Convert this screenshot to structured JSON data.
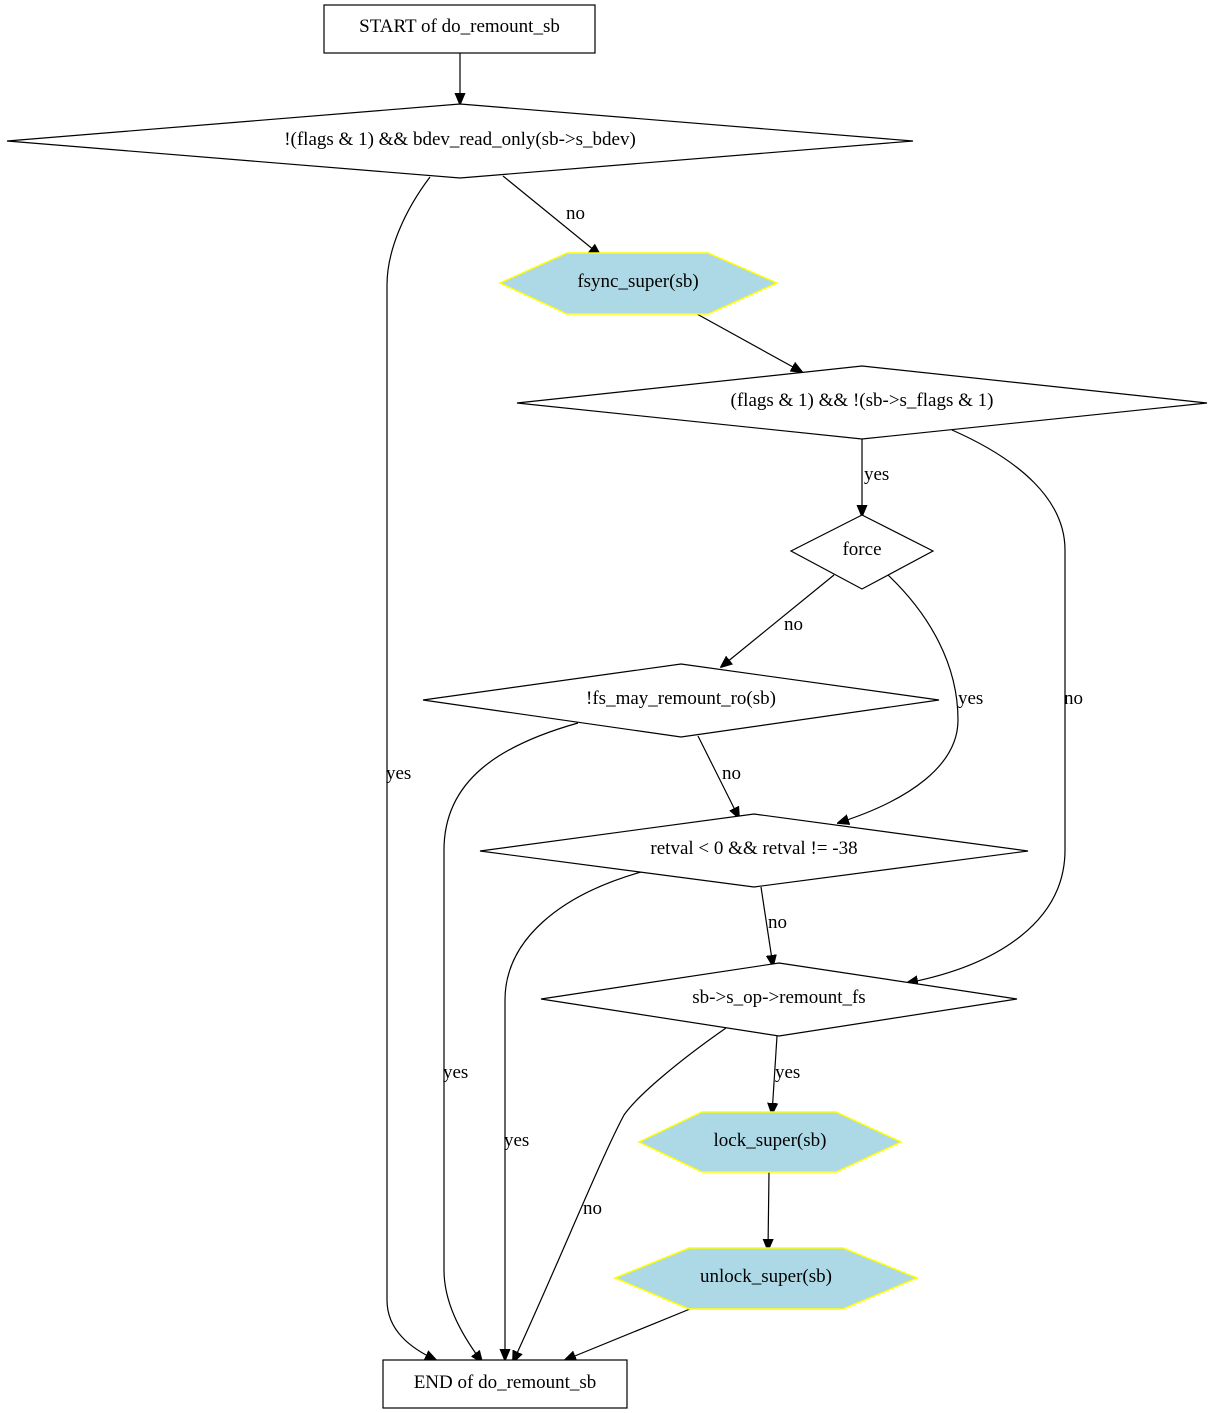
{
  "colors": {
    "call_fill": "#add8e6",
    "call_border": "#ffff00",
    "stroke": "#000000",
    "background": "#ffffff"
  },
  "nodes": {
    "start": "START of do_remount_sb",
    "cond_bdev": "!(flags & 1) && bdev_read_only(sb->s_bdev)",
    "fsync": "fsync_super(sb)",
    "cond_flags": "(flags & 1) && !(sb->s_flags & 1)",
    "force": "force",
    "may_remount": "!fs_may_remount_ro(sb)",
    "retval": "retval < 0 && retval != -38",
    "remount_fs": "sb->s_op->remount_fs",
    "lock": "lock_super(sb)",
    "unlock": "unlock_super(sb)",
    "end": "END of do_remount_sb"
  },
  "edges": {
    "start_to_bdev": "",
    "bdev_to_end": "yes",
    "bdev_to_fsync": "no",
    "fsync_to_flags": "",
    "flags_to_force": "yes",
    "flags_to_remount": "no",
    "force_to_may": "no",
    "force_to_retval": "yes",
    "may_to_end": "yes",
    "may_to_retval": "no",
    "retval_to_end": "yes",
    "retval_to_remount": "no",
    "remount_to_lock": "yes",
    "remount_to_end": "no",
    "lock_to_unlock": "",
    "unlock_to_end": ""
  }
}
